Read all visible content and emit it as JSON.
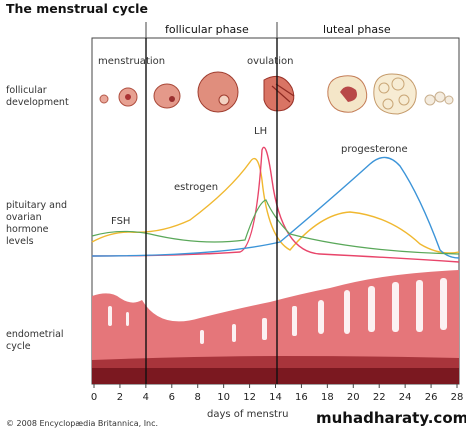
{
  "title": "The menstrual cycle",
  "phases": {
    "follicular": "follicular phase",
    "luteal": "luteal phase"
  },
  "events": {
    "menstruation": "menstruation",
    "ovulation": "ovulation"
  },
  "rows": {
    "follicular": [
      "follicular",
      "development"
    ],
    "hormone": [
      "pituitary and",
      "ovarian",
      "hormone",
      "levels"
    ],
    "endometrial": [
      "endometrial",
      "cycle"
    ]
  },
  "hormones": {
    "lh": "LH",
    "estrogen": "estrogen",
    "progesterone": "progesterone",
    "fsh": "FSH"
  },
  "colors": {
    "lh": "#e8456a",
    "estrogen": "#f0b830",
    "progesterone": "#3c94d8",
    "fsh": "#5aa85a",
    "endometrium": "#e5767a",
    "endometrium_dark": "#7b1820",
    "follicle": "#c96a5a"
  },
  "x_axis": {
    "ticks": [
      0,
      2,
      4,
      6,
      8,
      10,
      12,
      14,
      16,
      18,
      20,
      22,
      24,
      26,
      28
    ],
    "label": "days of menstru"
  },
  "copyright": "© 2008 Encyclopædia Britannica, Inc.",
  "watermark": "muhadharaty.com"
}
